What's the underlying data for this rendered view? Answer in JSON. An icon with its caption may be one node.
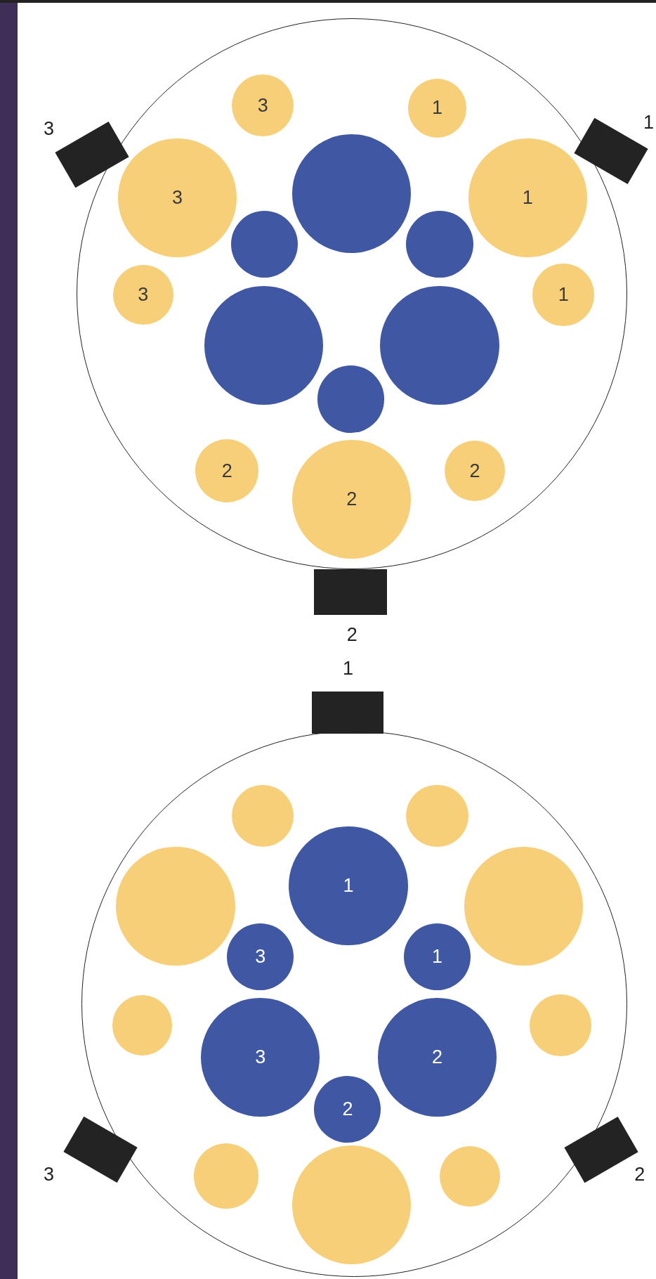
{
  "diagram": {
    "nodes": [
      {
        "text": [],
        "shape": "circle"
      },
      {
        "text": [
          "3"
        ],
        "in": 0
      },
      {
        "text": [
          "1"
        ],
        "in": 0
      },
      {
        "text": [
          "3"
        ],
        "in": 0
      },
      {
        "text": [
          "1"
        ],
        "in": 0
      },
      {
        "text": [
          "3"
        ],
        "in": 0
      },
      {
        "text": [
          "1"
        ],
        "in": 0
      },
      {
        "text": [
          "2"
        ],
        "in": 0
      },
      {
        "text": [
          "2"
        ],
        "in": 0
      },
      {
        "text": [
          "2"
        ],
        "in": 0
      },
      {
        "text": [],
        "shape": "circle",
        "in": 0
      },
      {
        "text": [],
        "shape": "circle",
        "in": 0
      },
      {
        "text": [],
        "shape": "circle",
        "in": 0
      },
      {
        "text": [],
        "shape": "circle",
        "in": 0
      },
      {
        "text": [],
        "shape": "circle",
        "in": 0
      },
      {
        "text": [],
        "shape": "circle",
        "in": 0
      },
      {
        "text": [],
        "shape": "box",
        "beside": [
          "3"
        ]
      },
      {
        "text": [],
        "shape": "box",
        "beside": [
          "1"
        ]
      },
      {
        "text": [],
        "shape": "box",
        "beside": [
          "2"
        ]
      },
      {
        "text": [],
        "shape": "box",
        "beside": [
          "1"
        ]
      },
      {
        "text": [],
        "shape": "circle"
      },
      {
        "text": [],
        "shape": "circle",
        "in": 20
      },
      {
        "text": [],
        "shape": "circle",
        "in": 20
      },
      {
        "text": [],
        "shape": "circle",
        "in": 20
      },
      {
        "text": [],
        "shape": "circle",
        "in": 20
      },
      {
        "text": [],
        "shape": "circle",
        "in": 20
      },
      {
        "text": [],
        "shape": "circle",
        "in": 20
      },
      {
        "text": [],
        "shape": "circle",
        "in": 20
      },
      {
        "text": [],
        "shape": "circle",
        "in": 20
      },
      {
        "text": [],
        "shape": "circle",
        "in": 20
      },
      {
        "text": [
          "1"
        ],
        "in": 20
      },
      {
        "text": [
          "3"
        ],
        "in": 20
      },
      {
        "text": [
          "1"
        ],
        "in": 20
      },
      {
        "text": [
          "3"
        ],
        "in": 20
      },
      {
        "text": [
          "2"
        ],
        "in": 20
      },
      {
        "text": [
          "2"
        ],
        "in": 20
      },
      {
        "text": [],
        "shape": "box",
        "beside": [
          "3"
        ]
      },
      {
        "text": [],
        "shape": "box",
        "beside": [
          "2"
        ]
      }
    ]
  }
}
